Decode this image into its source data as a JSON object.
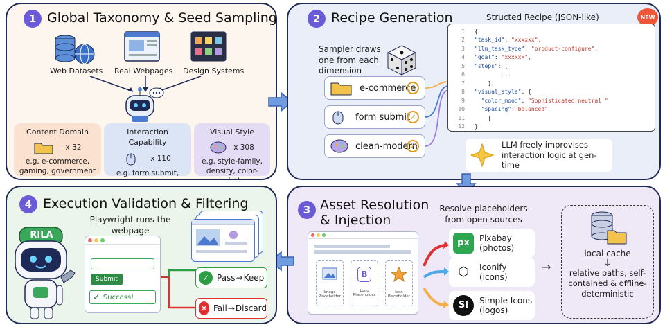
{
  "panel1": {
    "number": "1",
    "title": "Global Taxonomy & Seed Sampling",
    "sources": [
      "Web Datasets",
      "Real Webpages",
      "Design Systems"
    ],
    "cards": [
      {
        "title": "Content Domain",
        "count": "x 32",
        "example": "e.g. e-commerce, gaming, government"
      },
      {
        "title": "Interaction Capability",
        "count": "x 110",
        "example": "e.g. form submit, filter, toggle"
      },
      {
        "title": "Visual Style",
        "count": "x 308",
        "example": "e.g. style-family, density, color-palette"
      }
    ]
  },
  "panel2": {
    "number": "2",
    "title": "Recipe Generation",
    "sampler_text": "Sampler draws one from each dimension",
    "dimensions": [
      "e-commerce",
      "form submit",
      "clean-modern"
    ],
    "recipe_title": "Structed Recipe (JSON-like)",
    "new_badge": "NEW",
    "code_lines": [
      {
        "no": "1",
        "text": "{"
      },
      {
        "no": "2",
        "key": "\"task_id\"",
        "val": "\"xxxxxx\","
      },
      {
        "no": "3",
        "key": "\"llm_task_type\"",
        "val": "\"product-configure\","
      },
      {
        "no": "4",
        "key": "\"goal\"",
        "val": "\"xxxxxx\","
      },
      {
        "no": "5",
        "key": "\"steps\"",
        "val": "["
      },
      {
        "no": "6",
        "text": "        ..."
      },
      {
        "no": "7",
        "text": "    ],"
      },
      {
        "no": "8",
        "key": "\"visual_style\"",
        "val": "{"
      },
      {
        "no": "9",
        "key": "  \"color_mood\"",
        "val": "\"Sophisticated neutral \""
      },
      {
        "no": "10",
        "key": "  \"spacing\"",
        "val": "balanced\""
      },
      {
        "no": "11",
        "text": "    }"
      },
      {
        "no": "12",
        "text": "}"
      }
    ],
    "llm_note": "LLM freely improvises interaction logic at gen-time"
  },
  "panel3": {
    "number": "3",
    "title_line1": "Asset Resolution",
    "title_line2": "& Injection",
    "resolve_text": "Resolve placeholders from open sources",
    "placeholders": [
      "Image Placeholder",
      "Logo Placeholder",
      "Icon Placeholder"
    ],
    "placeholder_logo_letter": "B",
    "sources": [
      {
        "icon": "px",
        "name": "Pixabay",
        "sub": "(photos)",
        "color": "#2ea650"
      },
      {
        "icon": "⬡",
        "name": "Iconify",
        "sub": "(icons)",
        "color": "#ffffff"
      },
      {
        "icon": "SI",
        "name": "Simple Icons",
        "sub": "(logos)",
        "color": "#111111"
      }
    ],
    "cache_label": "local cache",
    "cache_result": "relative paths, self-contained & offline-deterministic"
  },
  "panel4": {
    "number": "4",
    "title": "Execution Validation & Filtering",
    "playwright_text": "Playwright runs the webpage",
    "robot_label": "RILA",
    "submit_label": "Submit",
    "success_label": "Success!",
    "pass_label": "Pass",
    "keep_label": "Keep",
    "fail_label": "Fail",
    "discard_label": "Discard"
  },
  "colors": {
    "border": "#1e2a55",
    "accent_purple": "#6b5bd6",
    "pass_green": "#2e9e44",
    "fail_red": "#e03131",
    "arrow_blue": "#4a7bd0"
  }
}
